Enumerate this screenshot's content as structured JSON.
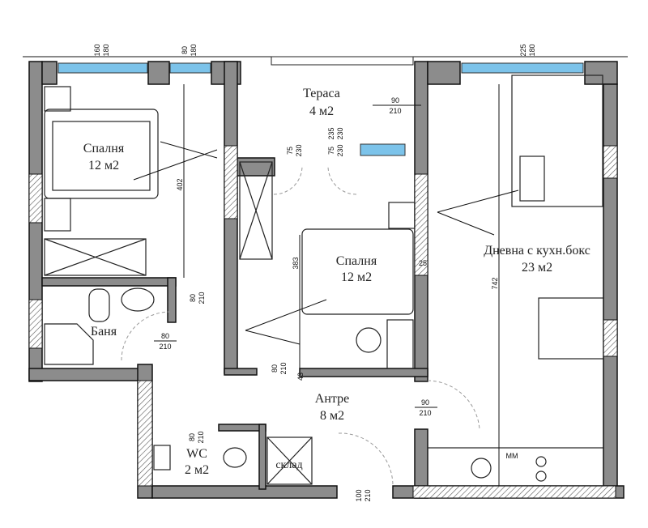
{
  "plan": {
    "rooms": [
      {
        "name": "Спалня",
        "area": "12 м2"
      },
      {
        "name": "Тераса",
        "area": "4 м2"
      },
      {
        "name": "Спалня",
        "area": "12 м2"
      },
      {
        "name": "Дневна с кухн.бокс",
        "area": "23 м2"
      },
      {
        "name": "Баня",
        "area": ""
      },
      {
        "name": "Антре",
        "area": "8 м2"
      },
      {
        "name": "WC",
        "area": "2 м2"
      },
      {
        "name": "склад",
        "area": ""
      }
    ],
    "window_dims": [
      {
        "w": "160",
        "h": "180"
      },
      {
        "w": "80",
        "h": "180"
      },
      {
        "w": "225",
        "h": "180"
      },
      {
        "w": "235",
        "h": "230"
      },
      {
        "w": "75",
        "h": "230"
      },
      {
        "w": "75",
        "h": "230"
      }
    ],
    "door_dims": [
      {
        "w": "90",
        "h": "210"
      },
      {
        "w": "80",
        "h": "210"
      },
      {
        "w": "80",
        "h": "210"
      },
      {
        "w": "80",
        "h": "210"
      },
      {
        "w": "90",
        "h": "210"
      },
      {
        "w": "80",
        "h": "210"
      },
      {
        "w": "100",
        "h": "210"
      }
    ],
    "lengths": [
      "402",
      "383",
      "742",
      "25",
      "43"
    ],
    "kitchen_label": "ММ"
  }
}
